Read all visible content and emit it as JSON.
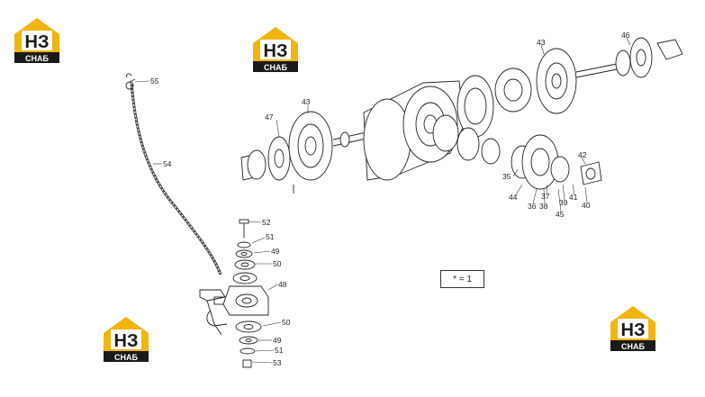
{
  "watermark": {
    "letters": "НЗ",
    "word": "СНАБ",
    "colors": {
      "house": "#f2b410",
      "text_dark": "#1a1a1a",
      "text_light": "#ffffff"
    }
  },
  "note": "* = 1",
  "callouts": {
    "c55": "55",
    "c54": "54",
    "c52": "52",
    "c51a": "51",
    "c49a": "49",
    "c50a": "50",
    "c48": "48",
    "c50b": "50",
    "c49b": "49",
    "c51b": "51",
    "c53": "53",
    "c47": "47",
    "c43a": "43",
    "c43b": "43",
    "c46": "46",
    "c42": "42",
    "c35": "35",
    "c44": "44",
    "c36": "36",
    "c38": "38",
    "c37": "37",
    "c45": "45",
    "c39": "39",
    "c41": "41",
    "c40": "40"
  }
}
